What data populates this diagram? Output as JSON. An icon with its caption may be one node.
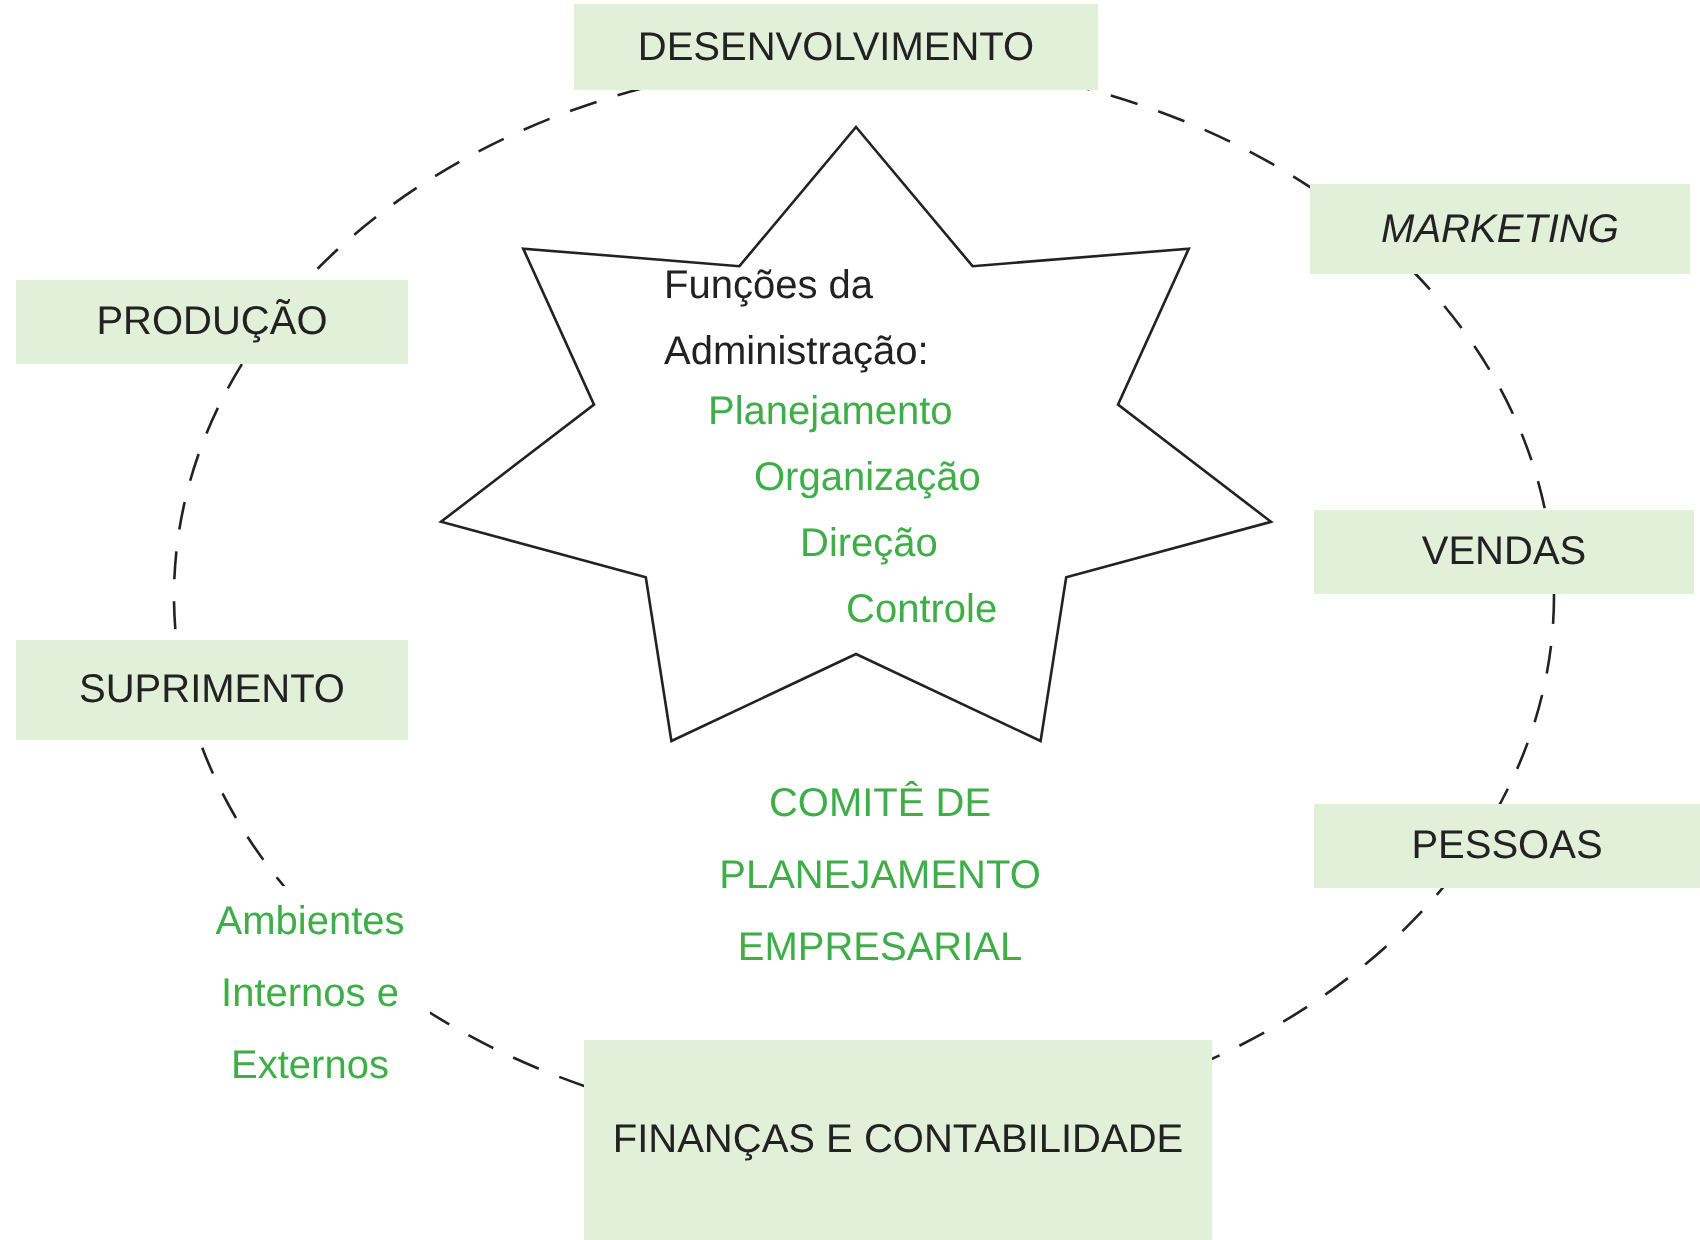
{
  "diagram": {
    "nodes": [
      {
        "text": [
          "DESENVOLVIMENTO"
        ]
      },
      {
        "text": [
          "MARKETING"
        ]
      },
      {
        "text": [
          "PRODUÇÃO"
        ]
      },
      {
        "text": [
          "Funções da Administração:",
          "Planejamento",
          "Organização",
          "Direção",
          "Controle"
        ]
      },
      {
        "text": [
          "VENDAS"
        ]
      },
      {
        "text": [
          "SUPRIMENTO"
        ]
      },
      {
        "text": [
          "PESSOAS"
        ]
      },
      {
        "text": [
          "FINANÇAS E CONTABILIDADE"
        ]
      }
    ],
    "edges": [],
    "labels": [
      "COMITÊ DE PLANEJAMENTO EMPRESARIAL",
      "Ambientes Internos e Externos"
    ]
  }
}
